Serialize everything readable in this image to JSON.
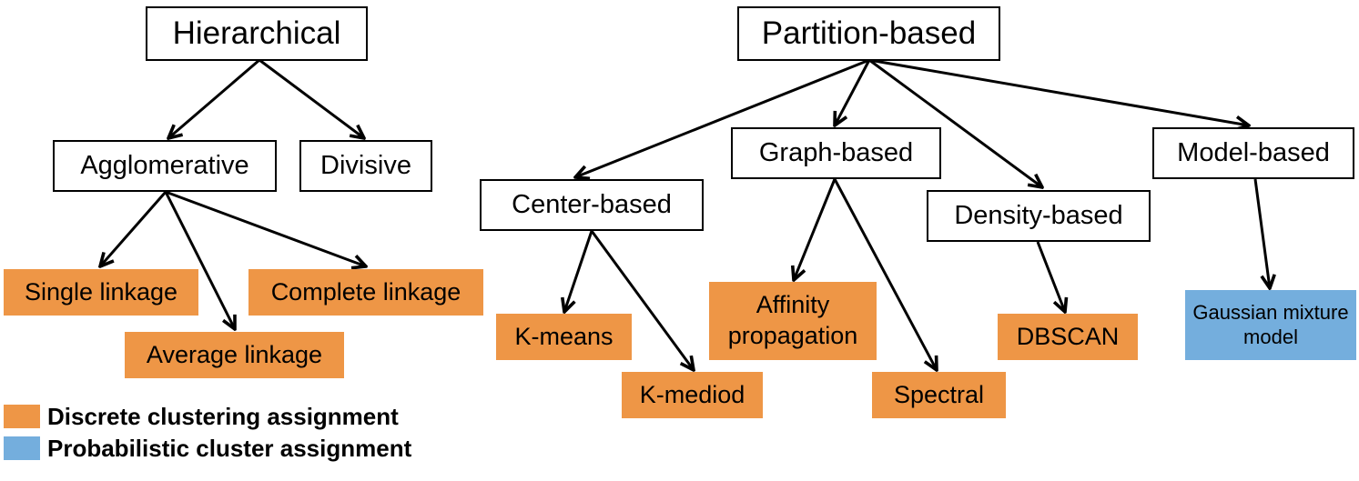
{
  "colors": {
    "discrete": "#ee9646",
    "probabilistic": "#74aedd",
    "outline": "#000000"
  },
  "nodes": {
    "hierarchical": "Hierarchical",
    "agglomerative": "Agglomerative",
    "divisive": "Divisive",
    "single_linkage": "Single linkage",
    "average_linkage": "Average linkage",
    "complete_linkage": "Complete linkage",
    "partition_based": "Partition-based",
    "center_based": "Center-based",
    "graph_based": "Graph-based",
    "density_based": "Density-based",
    "model_based": "Model-based",
    "k_means": "K-means",
    "k_mediod": "K-mediod",
    "affinity_propagation": "Affinity propagation",
    "spectral": "Spectral",
    "dbscan": "DBSCAN",
    "gaussian_mixture_model": "Gaussian mixture model"
  },
  "edges": [
    [
      "hierarchical",
      "agglomerative"
    ],
    [
      "hierarchical",
      "divisive"
    ],
    [
      "agglomerative",
      "single_linkage"
    ],
    [
      "agglomerative",
      "average_linkage"
    ],
    [
      "agglomerative",
      "complete_linkage"
    ],
    [
      "partition_based",
      "center_based"
    ],
    [
      "partition_based",
      "graph_based"
    ],
    [
      "partition_based",
      "density_based"
    ],
    [
      "partition_based",
      "model_based"
    ],
    [
      "center_based",
      "k_means"
    ],
    [
      "center_based",
      "k_mediod"
    ],
    [
      "graph_based",
      "affinity_propagation"
    ],
    [
      "graph_based",
      "spectral"
    ],
    [
      "density_based",
      "dbscan"
    ],
    [
      "model_based",
      "gaussian_mixture_model"
    ]
  ],
  "legend": {
    "discrete": "Discrete clustering assignment",
    "probabilistic": "Probabilistic cluster assignment"
  }
}
